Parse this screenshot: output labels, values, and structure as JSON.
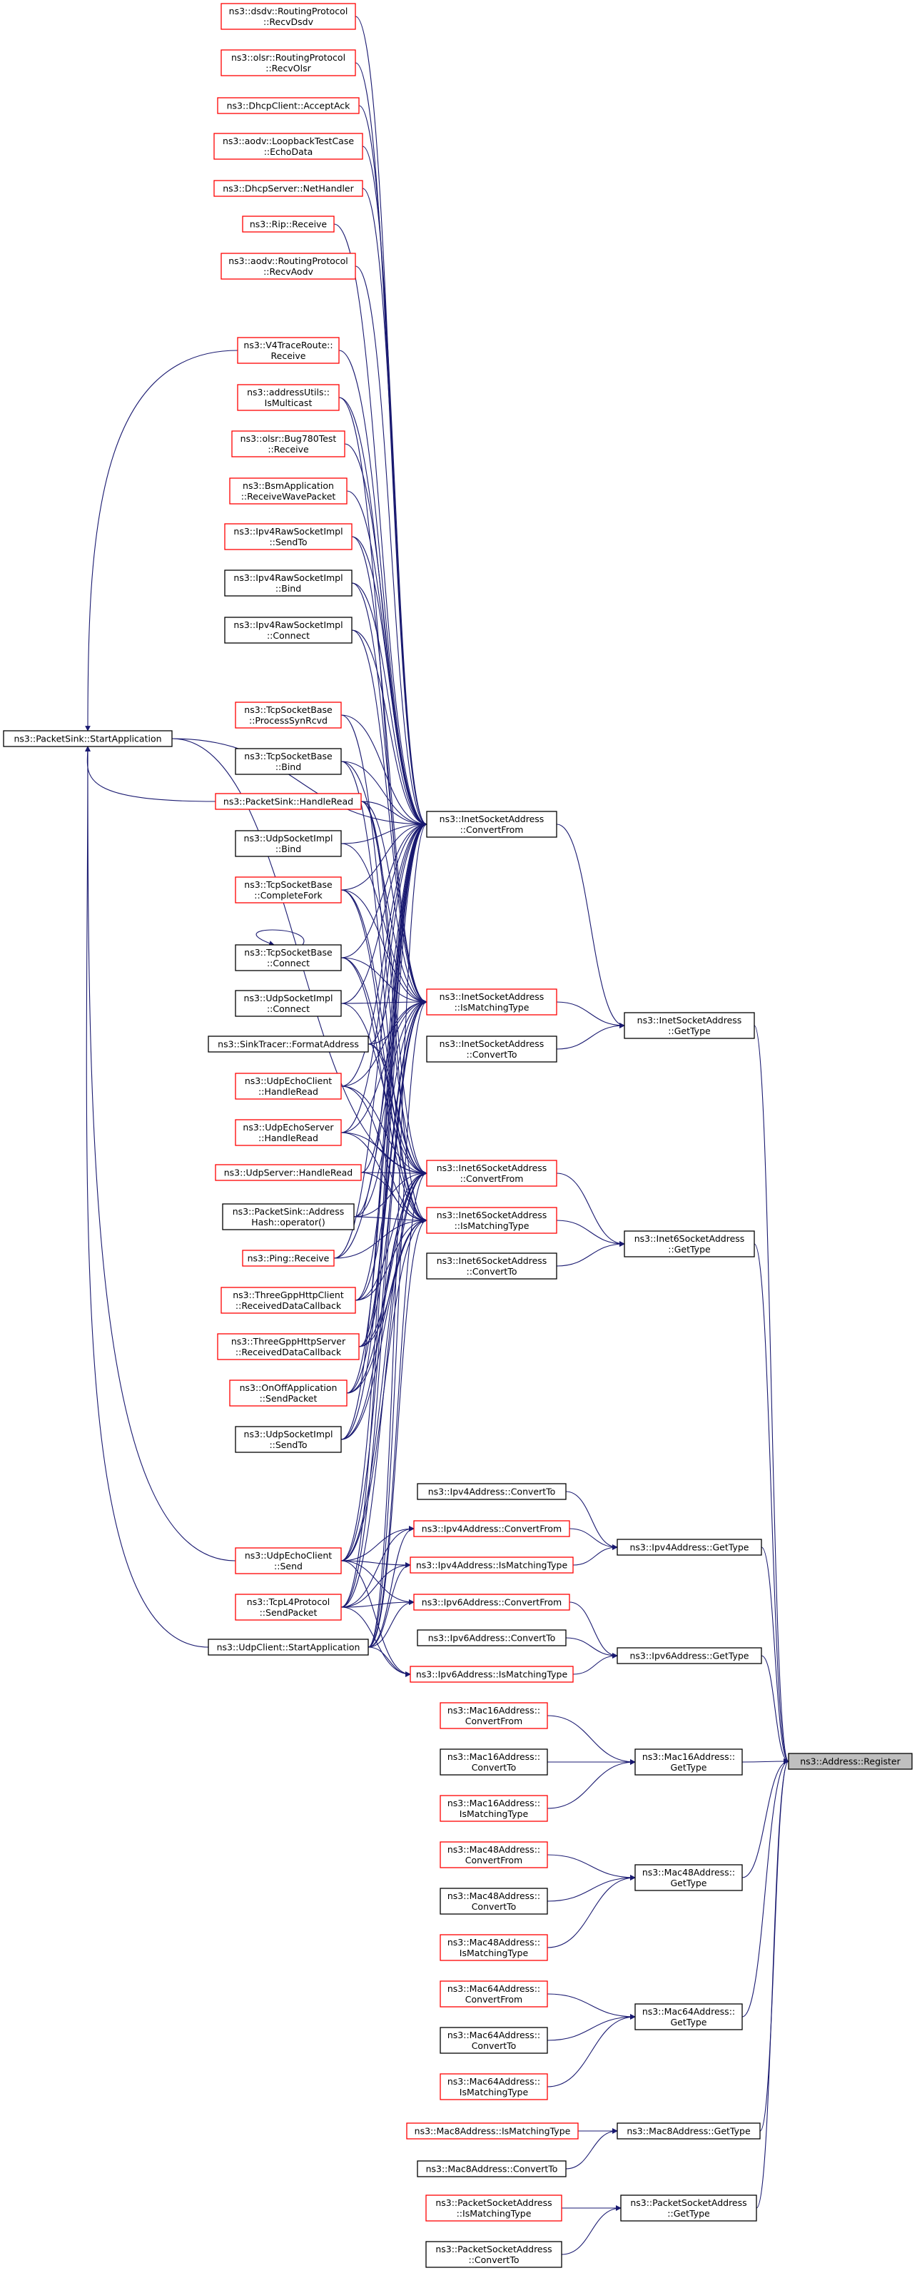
{
  "colors": {
    "red_border": "#ff0000",
    "black_border": "#000000",
    "edge": "#191970",
    "highlight_fill": "#bfbfbf"
  },
  "nodes": [
    {
      "id": "recvdsdv",
      "lines": [
        "ns3::dsdv::RoutingProtocol",
        "::RecvDsdv"
      ],
      "border": "red"
    },
    {
      "id": "recvolsr",
      "lines": [
        "ns3::olsr::RoutingProtocol",
        "::RecvOlsr"
      ],
      "border": "red"
    },
    {
      "id": "dhcpclient_acceptack",
      "lines": [
        "ns3::DhcpClient::AcceptAck"
      ],
      "border": "red"
    },
    {
      "id": "aodv_echodata",
      "lines": [
        "ns3::aodv::LoopbackTestCase",
        "::EchoData"
      ],
      "border": "red"
    },
    {
      "id": "dhcpserver_nethandler",
      "lines": [
        "ns3::DhcpServer::NetHandler"
      ],
      "border": "red"
    },
    {
      "id": "rip_receive",
      "lines": [
        "ns3::Rip::Receive"
      ],
      "border": "red"
    },
    {
      "id": "aodv_recvaodv",
      "lines": [
        "ns3::aodv::RoutingProtocol",
        "::RecvAodv"
      ],
      "border": "red"
    },
    {
      "id": "v4traceroute_receive",
      "lines": [
        "ns3::V4TraceRoute::",
        "Receive"
      ],
      "border": "red"
    },
    {
      "id": "addressutils_ismulticast",
      "lines": [
        "ns3::addressUtils::",
        "IsMulticast"
      ],
      "border": "red"
    },
    {
      "id": "olsr_bug780_receive",
      "lines": [
        "ns3::olsr::Bug780Test",
        "::Receive"
      ],
      "border": "red"
    },
    {
      "id": "bsm_receivewavepacket",
      "lines": [
        "ns3::BsmApplication",
        "::ReceiveWavePacket"
      ],
      "border": "red"
    },
    {
      "id": "ipv4raw_sendto",
      "lines": [
        "ns3::Ipv4RawSocketImpl",
        "::SendTo"
      ],
      "border": "red"
    },
    {
      "id": "ipv4raw_bind",
      "lines": [
        "ns3::Ipv4RawSocketImpl",
        "::Bind"
      ],
      "border": "black"
    },
    {
      "id": "ipv4raw_connect",
      "lines": [
        "ns3::Ipv4RawSocketImpl",
        "::Connect"
      ],
      "border": "black"
    },
    {
      "id": "packetsink_startapp",
      "lines": [
        "ns3::PacketSink::StartApplication"
      ],
      "border": "black"
    },
    {
      "id": "tcp_processsynrcvd",
      "lines": [
        "ns3::TcpSocketBase",
        "::ProcessSynRcvd"
      ],
      "border": "red"
    },
    {
      "id": "tcp_bind",
      "lines": [
        "ns3::TcpSocketBase",
        "::Bind"
      ],
      "border": "black"
    },
    {
      "id": "packetsink_handleread",
      "lines": [
        "ns3::PacketSink::HandleRead"
      ],
      "border": "red"
    },
    {
      "id": "udpsock_bind",
      "lines": [
        "ns3::UdpSocketImpl",
        "::Bind"
      ],
      "border": "black"
    },
    {
      "id": "tcp_completefork",
      "lines": [
        "ns3::TcpSocketBase",
        "::CompleteFork"
      ],
      "border": "red"
    },
    {
      "id": "tcp_connect",
      "lines": [
        "ns3::TcpSocketBase",
        "::Connect"
      ],
      "border": "black"
    },
    {
      "id": "udpsock_connect",
      "lines": [
        "ns3::UdpSocketImpl",
        "::Connect"
      ],
      "border": "black"
    },
    {
      "id": "sinktracer",
      "lines": [
        "ns3::SinkTracer::FormatAddress"
      ],
      "border": "black"
    },
    {
      "id": "udpechoclient_handleread",
      "lines": [
        "ns3::UdpEchoClient",
        "::HandleRead"
      ],
      "border": "red"
    },
    {
      "id": "udpechoserver_handleread",
      "lines": [
        "ns3::UdpEchoServer",
        "::HandleRead"
      ],
      "border": "red"
    },
    {
      "id": "udpserver_handleread",
      "lines": [
        "ns3::UdpServer::HandleRead"
      ],
      "border": "red"
    },
    {
      "id": "packetsink_addresshash",
      "lines": [
        "ns3::PacketSink::Address",
        "Hash::operator()"
      ],
      "border": "black"
    },
    {
      "id": "ping_receive",
      "lines": [
        "ns3::Ping::Receive"
      ],
      "border": "red"
    },
    {
      "id": "threegpp_client",
      "lines": [
        "ns3::ThreeGppHttpClient",
        "::ReceivedDataCallback"
      ],
      "border": "red"
    },
    {
      "id": "threegpp_server",
      "lines": [
        "ns3::ThreeGppHttpServer",
        "::ReceivedDataCallback"
      ],
      "border": "red"
    },
    {
      "id": "onoff_sendpacket",
      "lines": [
        "ns3::OnOffApplication",
        "::SendPacket"
      ],
      "border": "red"
    },
    {
      "id": "udpsock_sendto",
      "lines": [
        "ns3::UdpSocketImpl",
        "::SendTo"
      ],
      "border": "black"
    },
    {
      "id": "udpechoclient_send",
      "lines": [
        "ns3::UdpEchoClient",
        "::Send"
      ],
      "border": "red"
    },
    {
      "id": "tcpl4_sendpacket",
      "lines": [
        "ns3::TcpL4Protocol",
        "::SendPacket"
      ],
      "border": "red"
    },
    {
      "id": "udpclient_startapp",
      "lines": [
        "ns3::UdpClient::StartApplication"
      ],
      "border": "black"
    },
    {
      "id": "inet_convertfrom",
      "lines": [
        "ns3::InetSocketAddress",
        "::ConvertFrom"
      ],
      "border": "black"
    },
    {
      "id": "inet_ismatching",
      "lines": [
        "ns3::InetSocketAddress",
        "::IsMatchingType"
      ],
      "border": "red"
    },
    {
      "id": "inet_convertto",
      "lines": [
        "ns3::InetSocketAddress",
        "::ConvertTo"
      ],
      "border": "black"
    },
    {
      "id": "inet6_convertfrom",
      "lines": [
        "ns3::Inet6SocketAddress",
        "::ConvertFrom"
      ],
      "border": "red"
    },
    {
      "id": "inet6_ismatching",
      "lines": [
        "ns3::Inet6SocketAddress",
        "::IsMatchingType"
      ],
      "border": "red"
    },
    {
      "id": "inet6_convertto",
      "lines": [
        "ns3::Inet6SocketAddress",
        "::ConvertTo"
      ],
      "border": "black"
    },
    {
      "id": "ipv4_convertto",
      "lines": [
        "ns3::Ipv4Address::ConvertTo"
      ],
      "border": "black"
    },
    {
      "id": "ipv4_convertfrom",
      "lines": [
        "ns3::Ipv4Address::ConvertFrom"
      ],
      "border": "red"
    },
    {
      "id": "ipv4_ismatching",
      "lines": [
        "ns3::Ipv4Address::IsMatchingType"
      ],
      "border": "red"
    },
    {
      "id": "ipv6_convertfrom",
      "lines": [
        "ns3::Ipv6Address::ConvertFrom"
      ],
      "border": "red"
    },
    {
      "id": "ipv6_convertto",
      "lines": [
        "ns3::Ipv6Address::ConvertTo"
      ],
      "border": "black"
    },
    {
      "id": "ipv6_ismatching",
      "lines": [
        "ns3::Ipv6Address::IsMatchingType"
      ],
      "border": "red"
    },
    {
      "id": "inet_gettype",
      "lines": [
        "ns3::InetSocketAddress",
        "::GetType"
      ],
      "border": "black"
    },
    {
      "id": "inet6_gettype",
      "lines": [
        "ns3::Inet6SocketAddress",
        "::GetType"
      ],
      "border": "black"
    },
    {
      "id": "ipv4_gettype",
      "lines": [
        "ns3::Ipv4Address::GetType"
      ],
      "border": "black"
    },
    {
      "id": "ipv6_gettype",
      "lines": [
        "ns3::Ipv6Address::GetType"
      ],
      "border": "black"
    },
    {
      "id": "mac16_convertfrom",
      "lines": [
        "ns3::Mac16Address::",
        "ConvertFrom"
      ],
      "border": "red"
    },
    {
      "id": "mac16_convertto",
      "lines": [
        "ns3::Mac16Address::",
        "ConvertTo"
      ],
      "border": "black"
    },
    {
      "id": "mac16_ismatching",
      "lines": [
        "ns3::Mac16Address::",
        "IsMatchingType"
      ],
      "border": "red"
    },
    {
      "id": "mac16_gettype",
      "lines": [
        "ns3::Mac16Address::",
        "GetType"
      ],
      "border": "black"
    },
    {
      "id": "mac48_convertfrom",
      "lines": [
        "ns3::Mac48Address::",
        "ConvertFrom"
      ],
      "border": "red"
    },
    {
      "id": "mac48_convertto",
      "lines": [
        "ns3::Mac48Address::",
        "ConvertTo"
      ],
      "border": "black"
    },
    {
      "id": "mac48_ismatching",
      "lines": [
        "ns3::Mac48Address::",
        "IsMatchingType"
      ],
      "border": "red"
    },
    {
      "id": "mac48_gettype",
      "lines": [
        "ns3::Mac48Address::",
        "GetType"
      ],
      "border": "black"
    },
    {
      "id": "mac64_convertfrom",
      "lines": [
        "ns3::Mac64Address::",
        "ConvertFrom"
      ],
      "border": "red"
    },
    {
      "id": "mac64_convertto",
      "lines": [
        "ns3::Mac64Address::",
        "ConvertTo"
      ],
      "border": "black"
    },
    {
      "id": "mac64_ismatching",
      "lines": [
        "ns3::Mac64Address::",
        "IsMatchingType"
      ],
      "border": "red"
    },
    {
      "id": "mac64_gettype",
      "lines": [
        "ns3::Mac64Address::",
        "GetType"
      ],
      "border": "black"
    },
    {
      "id": "mac8_ismatching",
      "lines": [
        "ns3::Mac8Address::IsMatchingType"
      ],
      "border": "red"
    },
    {
      "id": "mac8_gettype",
      "lines": [
        "ns3::Mac8Address::GetType"
      ],
      "border": "black"
    },
    {
      "id": "mac8_convertto",
      "lines": [
        "ns3::Mac8Address::ConvertTo"
      ],
      "border": "black"
    },
    {
      "id": "pkt_ismatching",
      "lines": [
        "ns3::PacketSocketAddress",
        "::IsMatchingType"
      ],
      "border": "red"
    },
    {
      "id": "pkt_gettype",
      "lines": [
        "ns3::PacketSocketAddress",
        "::GetType"
      ],
      "border": "black"
    },
    {
      "id": "pkt_convertto",
      "lines": [
        "ns3::PacketSocketAddress",
        "::ConvertTo"
      ],
      "border": "black"
    },
    {
      "id": "address_register",
      "lines": [
        "ns3::Address::Register"
      ],
      "border": "black",
      "highlight": true
    }
  ],
  "edges": [
    [
      "inet_gettype",
      "address_register"
    ],
    [
      "inet6_gettype",
      "address_register"
    ],
    [
      "ipv4_gettype",
      "address_register"
    ],
    [
      "ipv6_gettype",
      "address_register"
    ],
    [
      "mac16_gettype",
      "address_register"
    ],
    [
      "mac48_gettype",
      "address_register"
    ],
    [
      "mac64_gettype",
      "address_register"
    ],
    [
      "mac8_gettype",
      "address_register"
    ],
    [
      "pkt_gettype",
      "address_register"
    ],
    [
      "inet_convertfrom",
      "inet_gettype"
    ],
    [
      "inet_ismatching",
      "inet_gettype"
    ],
    [
      "inet_convertto",
      "inet_gettype"
    ],
    [
      "inet6_convertfrom",
      "inet6_gettype"
    ],
    [
      "inet6_ismatching",
      "inet6_gettype"
    ],
    [
      "inet6_convertto",
      "inet6_gettype"
    ],
    [
      "ipv4_convertto",
      "ipv4_gettype"
    ],
    [
      "ipv4_convertfrom",
      "ipv4_gettype"
    ],
    [
      "ipv4_ismatching",
      "ipv4_gettype"
    ],
    [
      "ipv6_convertfrom",
      "ipv6_gettype"
    ],
    [
      "ipv6_convertto",
      "ipv6_gettype"
    ],
    [
      "ipv6_ismatching",
      "ipv6_gettype"
    ],
    [
      "mac16_convertfrom",
      "mac16_gettype"
    ],
    [
      "mac16_convertto",
      "mac16_gettype"
    ],
    [
      "mac16_ismatching",
      "mac16_gettype"
    ],
    [
      "mac48_convertfrom",
      "mac48_gettype"
    ],
    [
      "mac48_convertto",
      "mac48_gettype"
    ],
    [
      "mac48_ismatching",
      "mac48_gettype"
    ],
    [
      "mac64_convertfrom",
      "mac64_gettype"
    ],
    [
      "mac64_convertto",
      "mac64_gettype"
    ],
    [
      "mac64_ismatching",
      "mac64_gettype"
    ],
    [
      "mac8_ismatching",
      "mac8_gettype"
    ],
    [
      "mac8_convertto",
      "mac8_gettype"
    ],
    [
      "pkt_ismatching",
      "pkt_gettype"
    ],
    [
      "pkt_convertto",
      "pkt_gettype"
    ],
    [
      "recvdsdv",
      "inet_convertfrom"
    ],
    [
      "recvolsr",
      "inet_convertfrom"
    ],
    [
      "dhcpclient_acceptack",
      "inet_convertfrom"
    ],
    [
      "aodv_echodata",
      "inet_convertfrom"
    ],
    [
      "dhcpserver_nethandler",
      "inet_convertfrom"
    ],
    [
      "rip_receive",
      "inet_convertfrom"
    ],
    [
      "aodv_recvaodv",
      "inet_convertfrom"
    ],
    [
      "v4traceroute_receive",
      "inet_convertfrom"
    ],
    [
      "addressutils_ismulticast",
      "inet_convertfrom"
    ],
    [
      "olsr_bug780_receive",
      "inet_convertfrom"
    ],
    [
      "bsm_receivewavepacket",
      "inet_convertfrom"
    ],
    [
      "ipv4raw_sendto",
      "inet_convertfrom"
    ],
    [
      "ipv4raw_bind",
      "inet_convertfrom"
    ],
    [
      "ipv4raw_connect",
      "inet_convertfrom"
    ],
    [
      "packetsink_startapp",
      "inet_convertfrom"
    ],
    [
      "tcp_processsynrcvd",
      "inet_convertfrom"
    ],
    [
      "tcp_bind",
      "inet_convertfrom"
    ],
    [
      "packetsink_handleread",
      "inet_convertfrom"
    ],
    [
      "udpsock_bind",
      "inet_convertfrom"
    ],
    [
      "tcp_completefork",
      "inet_convertfrom"
    ],
    [
      "tcp_connect",
      "inet_convertfrom"
    ],
    [
      "udpsock_connect",
      "inet_convertfrom"
    ],
    [
      "sinktracer",
      "inet_convertfrom"
    ],
    [
      "udpechoclient_handleread",
      "inet_convertfrom"
    ],
    [
      "udpechoserver_handleread",
      "inet_convertfrom"
    ],
    [
      "udpserver_handleread",
      "inet_convertfrom"
    ],
    [
      "packetsink_addresshash",
      "inet_convertfrom"
    ],
    [
      "ping_receive",
      "inet_convertfrom"
    ],
    [
      "threegpp_client",
      "inet_convertfrom"
    ],
    [
      "threegpp_server",
      "inet_convertfrom"
    ],
    [
      "onoff_sendpacket",
      "inet_convertfrom"
    ],
    [
      "udpsock_sendto",
      "inet_convertfrom"
    ],
    [
      "udpechoclient_send",
      "inet_convertfrom"
    ],
    [
      "tcpl4_sendpacket",
      "inet_convertfrom"
    ],
    [
      "udpclient_startapp",
      "inet_convertfrom"
    ],
    [
      "addressutils_ismulticast",
      "inet_ismatching"
    ],
    [
      "ipv4raw_sendto",
      "inet_ismatching"
    ],
    [
      "ipv4raw_bind",
      "inet_ismatching"
    ],
    [
      "ipv4raw_connect",
      "inet_ismatching"
    ],
    [
      "tcp_bind",
      "inet_ismatching"
    ],
    [
      "packetsink_handleread",
      "inet_ismatching"
    ],
    [
      "udpsock_bind",
      "inet_ismatching"
    ],
    [
      "tcp_completefork",
      "inet_ismatching"
    ],
    [
      "tcp_connect",
      "inet_ismatching"
    ],
    [
      "udpsock_connect",
      "inet_ismatching"
    ],
    [
      "sinktracer",
      "inet_ismatching"
    ],
    [
      "udpechoclient_handleread",
      "inet_ismatching"
    ],
    [
      "udpechoserver_handleread",
      "inet_ismatching"
    ],
    [
      "packetsink_addresshash",
      "inet_ismatching"
    ],
    [
      "ping_receive",
      "inet_ismatching"
    ],
    [
      "threegpp_client",
      "inet_ismatching"
    ],
    [
      "threegpp_server",
      "inet_ismatching"
    ],
    [
      "onoff_sendpacket",
      "inet_ismatching"
    ],
    [
      "udpsock_sendto",
      "inet_ismatching"
    ],
    [
      "udpechoclient_send",
      "inet_ismatching"
    ],
    [
      "tcpl4_sendpacket",
      "inet_ismatching"
    ],
    [
      "udpclient_startapp",
      "inet_ismatching"
    ],
    [
      "packetsink_startapp",
      "inet6_convertfrom"
    ],
    [
      "tcp_processsynrcvd",
      "inet6_convertfrom"
    ],
    [
      "packetsink_handleread",
      "inet6_convertfrom"
    ],
    [
      "tcp_completefork",
      "inet6_convertfrom"
    ],
    [
      "tcp_connect",
      "inet6_convertfrom"
    ],
    [
      "udpsock_connect",
      "inet6_convertfrom"
    ],
    [
      "sinktracer",
      "inet6_convertfrom"
    ],
    [
      "udpechoclient_handleread",
      "inet6_convertfrom"
    ],
    [
      "udpechoserver_handleread",
      "inet6_convertfrom"
    ],
    [
      "udpserver_handleread",
      "inet6_convertfrom"
    ],
    [
      "packetsink_addresshash",
      "inet6_convertfrom"
    ],
    [
      "threegpp_client",
      "inet6_convertfrom"
    ],
    [
      "threegpp_server",
      "inet6_convertfrom"
    ],
    [
      "onoff_sendpacket",
      "inet6_convertfrom"
    ],
    [
      "udpsock_sendto",
      "inet6_convertfrom"
    ],
    [
      "udpechoclient_send",
      "inet6_convertfrom"
    ],
    [
      "tcpl4_sendpacket",
      "inet6_convertfrom"
    ],
    [
      "udpclient_startapp",
      "inet6_convertfrom"
    ],
    [
      "tcp_bind",
      "inet6_ismatching"
    ],
    [
      "packetsink_handleread",
      "inet6_ismatching"
    ],
    [
      "tcp_completefork",
      "inet6_ismatching"
    ],
    [
      "tcp_connect",
      "inet6_ismatching"
    ],
    [
      "sinktracer",
      "inet6_ismatching"
    ],
    [
      "udpechoclient_handleread",
      "inet6_ismatching"
    ],
    [
      "udpechoserver_handleread",
      "inet6_ismatching"
    ],
    [
      "udpserver_handleread",
      "inet6_ismatching"
    ],
    [
      "packetsink_addresshash",
      "inet6_ismatching"
    ],
    [
      "ping_receive",
      "inet6_ismatching"
    ],
    [
      "threegpp_client",
      "inet6_ismatching"
    ],
    [
      "threegpp_server",
      "inet6_ismatching"
    ],
    [
      "onoff_sendpacket",
      "inet6_ismatching"
    ],
    [
      "udpsock_sendto",
      "inet6_ismatching"
    ],
    [
      "udpechoclient_send",
      "inet6_ismatching"
    ],
    [
      "udpclient_startapp",
      "inet6_ismatching"
    ],
    [
      "udpechoclient_send",
      "ipv4_convertfrom"
    ],
    [
      "tcpl4_sendpacket",
      "ipv4_convertfrom"
    ],
    [
      "udpclient_startapp",
      "ipv4_convertfrom"
    ],
    [
      "udpechoclient_send",
      "ipv4_ismatching"
    ],
    [
      "tcpl4_sendpacket",
      "ipv4_ismatching"
    ],
    [
      "udpclient_startapp",
      "ipv4_ismatching"
    ],
    [
      "udpechoclient_send",
      "ipv6_convertfrom"
    ],
    [
      "tcpl4_sendpacket",
      "ipv6_convertfrom"
    ],
    [
      "udpclient_startapp",
      "ipv6_convertfrom"
    ],
    [
      "udpechoclient_send",
      "ipv6_ismatching"
    ],
    [
      "tcpl4_sendpacket",
      "ipv6_ismatching"
    ],
    [
      "udpclient_startapp",
      "ipv6_ismatching"
    ],
    [
      "packetsink_handleread",
      "packetsink_startapp"
    ],
    [
      "v4traceroute_receive",
      "packetsink_startapp"
    ],
    [
      "udpechoclient_send",
      "packetsink_startapp"
    ],
    [
      "udpclient_startapp",
      "packetsink_startapp"
    ],
    [
      "tcp_connect",
      "tcp_connect"
    ]
  ]
}
